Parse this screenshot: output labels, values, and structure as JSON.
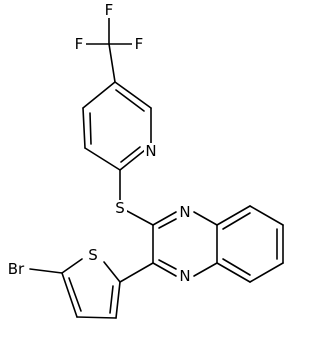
{
  "molecule": {
    "atoms": {
      "f_top": "F",
      "f_left": "F",
      "f_right": "F",
      "n_pyridine": "N",
      "sulfur_linker": "S",
      "n_quinoxaline_top": "N",
      "n_quinoxaline_bottom": "N",
      "sulfur_thiophene": "S",
      "bromine": "Br"
    }
  }
}
